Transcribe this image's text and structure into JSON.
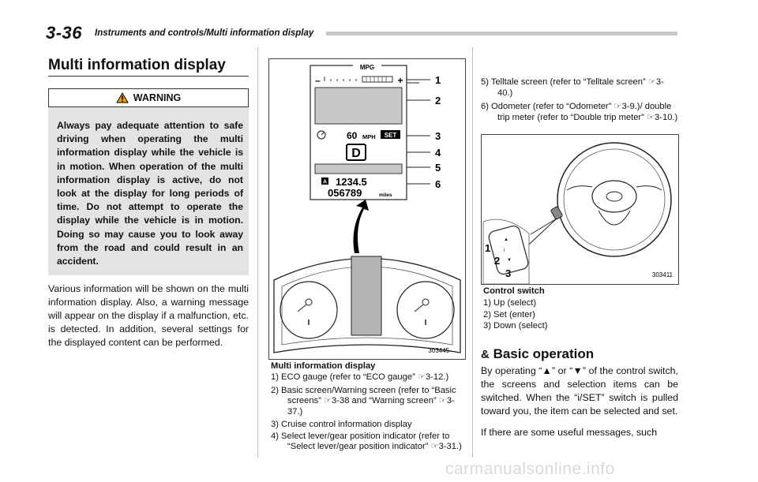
{
  "header": {
    "page_number": "3-36",
    "section_path": "Instruments and controls/Multi information display"
  },
  "section": {
    "title": "Multi information display"
  },
  "warning": {
    "label": "WARNING",
    "text": "Always pay adequate attention to safe driving when operating the multi information display while the vehicle is in motion. When operation of the multi information display is active, do not look at the display for long periods of time. Do not attempt to operate the display while the vehicle is in motion. Doing so may cause you to look away from the road and could result in an accident."
  },
  "intro": "Various information will be shown on the multi information display. Also, a warning message will appear on the display if a malfunction, etc. is detected. In addition, several settings for the displayed content can be performed.",
  "figure1": {
    "id": "303445",
    "display": {
      "gauge_label": "MPG",
      "speed": "60",
      "speed_unit": "MPH",
      "set_label": "SET",
      "gear": "D",
      "trip": "1234.5",
      "odometer": "056789",
      "odo_unit": "miles"
    },
    "callouts": [
      "1",
      "2",
      "3",
      "4",
      "5",
      "6"
    ],
    "caption": "Multi information display",
    "items": [
      "1) ECO gauge (refer to “ECO gauge” ☞3-12.)",
      "2) Basic screen/Warning screen (refer to “Basic screens” ☞3-38 and “Warning screen” ☞3-37.)",
      "3) Cruise control information display",
      "4) Select lever/gear position indicator (refer to “Select lever/gear position indicator” ☞3-31.)",
      "5) Telltale screen (refer to “Telltale screen” ☞3-40.)",
      "6) Odometer (refer to “Odometer” ☞3-9.)/ double trip meter (refer to “Double trip meter” ☞3-10.)"
    ]
  },
  "figure2": {
    "id": "303411",
    "callouts": [
      "1",
      "2",
      "3"
    ],
    "caption": "Control switch",
    "items": [
      "1) Up (select)",
      "2) Set (enter)",
      "3) Down (select)"
    ]
  },
  "basic_operation": {
    "title": "Basic operation",
    "para1": "By operating “▲” or “▼” of the control switch, the screens and selection items can be switched. When the “i/SET” switch is pulled toward you, the item can be selected and set.",
    "para2": "If there are some useful messages, such"
  },
  "watermark": "carmanualsonline.info",
  "colors": {
    "warning_bg": "#e3e3e3",
    "header_rule": "#c8c8c8",
    "watermark": "#d9d9d9"
  }
}
